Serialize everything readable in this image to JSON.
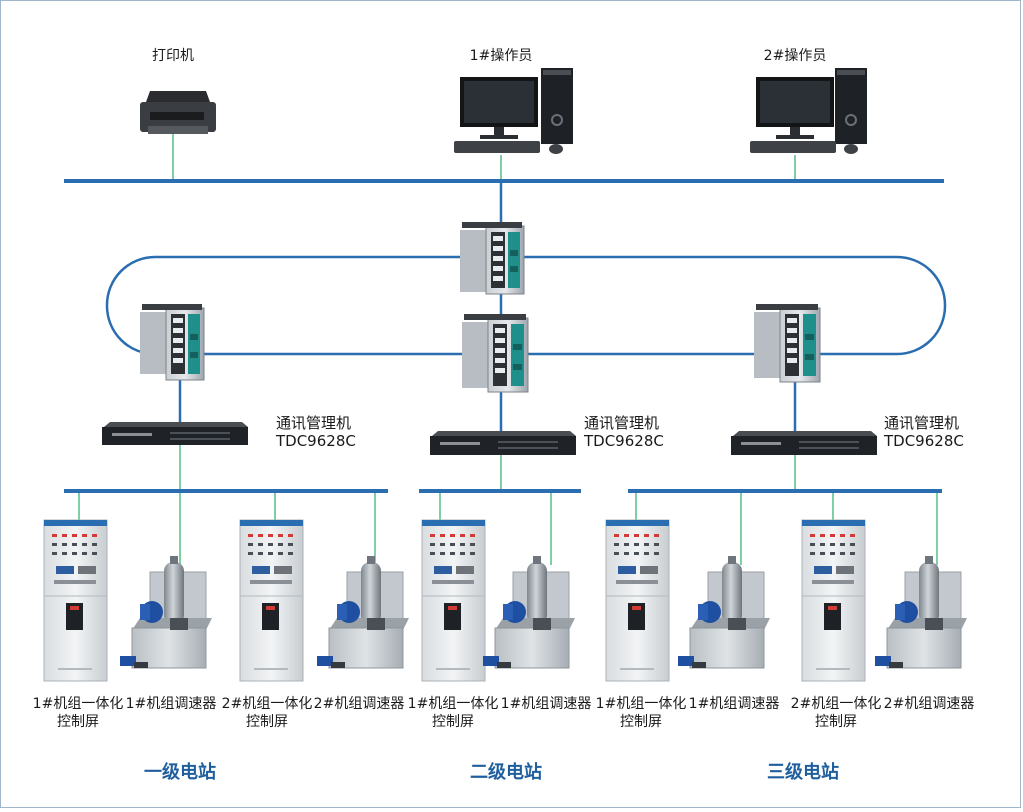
{
  "top_devices": {
    "printer": "打印机",
    "operator1": "1#操作员",
    "operator2": "2#操作员"
  },
  "managers": [
    {
      "name": "通讯管理机",
      "model": "TDC9628C"
    },
    {
      "name": "通讯管理机",
      "model": "TDC9628C"
    },
    {
      "name": "通讯管理机",
      "model": "TDC9628C"
    }
  ],
  "units": [
    {
      "line1": "1#机组一体化",
      "line2": "控制屏"
    },
    {
      "line1": "1#机组调速器",
      "line2": ""
    },
    {
      "line1": "2#机组一体化",
      "line2": "控制屏"
    },
    {
      "line1": "2#机组调速器",
      "line2": ""
    },
    {
      "line1": "1#机组一体化",
      "line2": "控制屏"
    },
    {
      "line1": "1#机组调速器",
      "line2": ""
    },
    {
      "line1": "1#机组一体化",
      "line2": "控制屏"
    },
    {
      "line1": "1#机组调速器",
      "line2": ""
    },
    {
      "line1": "2#机组一体化",
      "line2": "控制屏"
    },
    {
      "line1": "2#机组调速器",
      "line2": ""
    }
  ],
  "stations": [
    "一级电站",
    "二级电站",
    "三级电站"
  ],
  "colors": {
    "bus": "#2a6db0",
    "link": "#7fcfa4",
    "station_text": "#1f5f9e"
  }
}
